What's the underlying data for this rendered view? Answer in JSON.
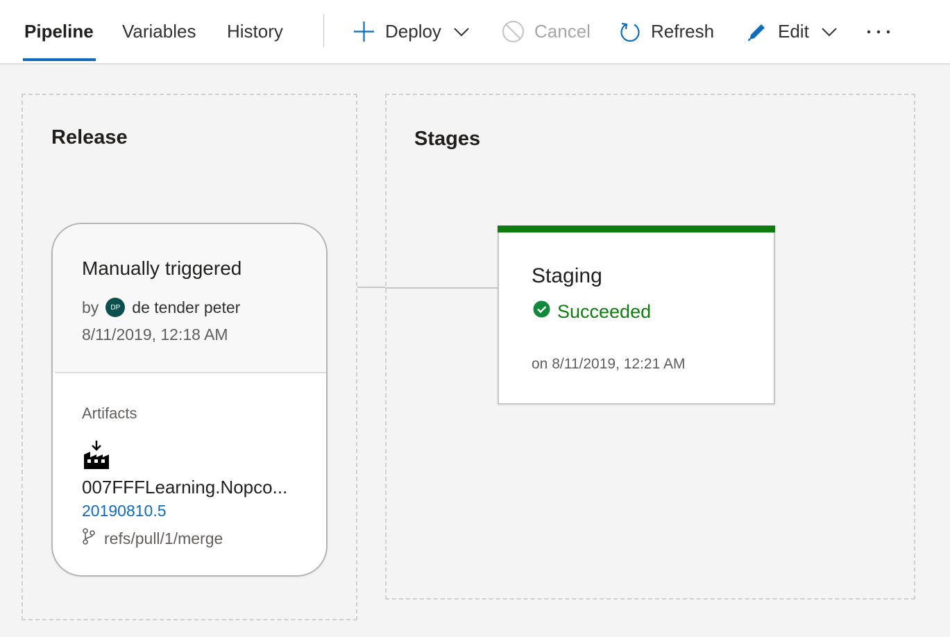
{
  "tabs": [
    {
      "label": "Pipeline",
      "active": true
    },
    {
      "label": "Variables",
      "active": false
    },
    {
      "label": "History",
      "active": false
    }
  ],
  "commands": {
    "deploy": {
      "label": "Deploy",
      "icon": "plus-icon"
    },
    "cancel": {
      "label": "Cancel",
      "icon": "cancel-icon",
      "disabled": true
    },
    "refresh": {
      "label": "Refresh",
      "icon": "refresh-icon"
    },
    "edit": {
      "label": "Edit",
      "icon": "pencil-icon"
    },
    "more": {
      "label": "···",
      "icon": "more-icon"
    }
  },
  "release": {
    "title": "Release",
    "card": {
      "trigger": "Manually triggered",
      "by_label": "by",
      "avatar_initials": "DP",
      "user": "de tender peter",
      "date": "8/11/2019, 12:18 AM",
      "artifacts_label": "Artifacts",
      "artifact_name": "007FFFLearning.Nopco...",
      "artifact_version": "20190810.5",
      "branch": "refs/pull/1/merge"
    }
  },
  "stages": {
    "title": "Stages",
    "items": [
      {
        "name": "Staging",
        "status": "Succeeded",
        "status_color": "#107c10",
        "time": "on 8/11/2019, 12:21 AM"
      }
    ]
  },
  "colors": {
    "accent": "#0f6cbd",
    "success": "#107c10",
    "background": "#f4f4f4"
  }
}
